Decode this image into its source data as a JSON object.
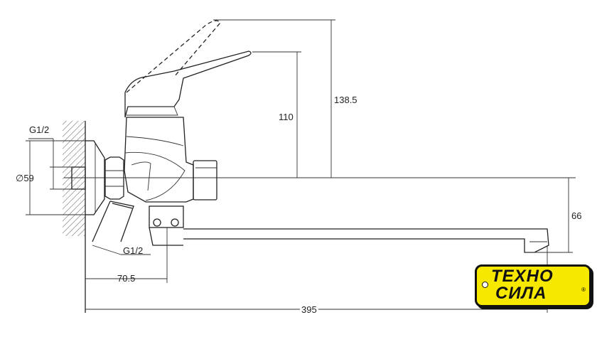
{
  "dimensions": {
    "handle_raised_height": "138.5",
    "handle_height": "110",
    "flange_diameter": "∅59",
    "inlet_thread": "G1/2",
    "outlet_thread": "G1/2",
    "spout_height": "66",
    "wall_to_aerator_block": "70.5",
    "spout_length": "395"
  },
  "logo": {
    "line1": "ТЕХНО",
    "line2": "СИЛА",
    "mark": "®"
  }
}
